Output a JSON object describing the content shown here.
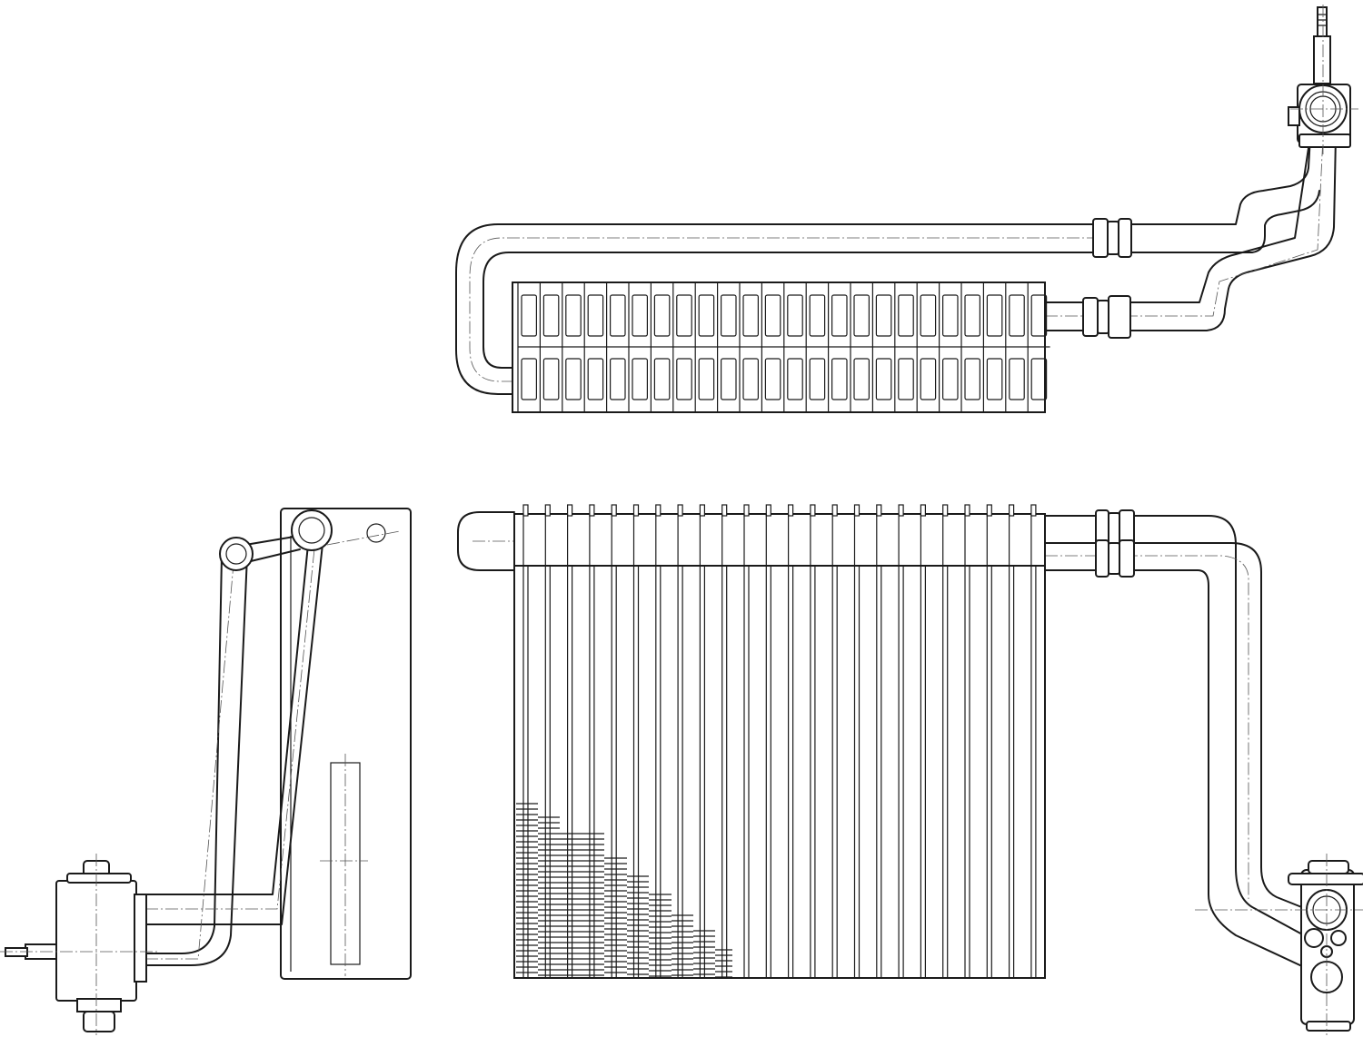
{
  "drawing": {
    "line_color": "#1a1a1a",
    "background": "#ffffff",
    "views": [
      "top-view",
      "side-view",
      "front-view"
    ]
  }
}
